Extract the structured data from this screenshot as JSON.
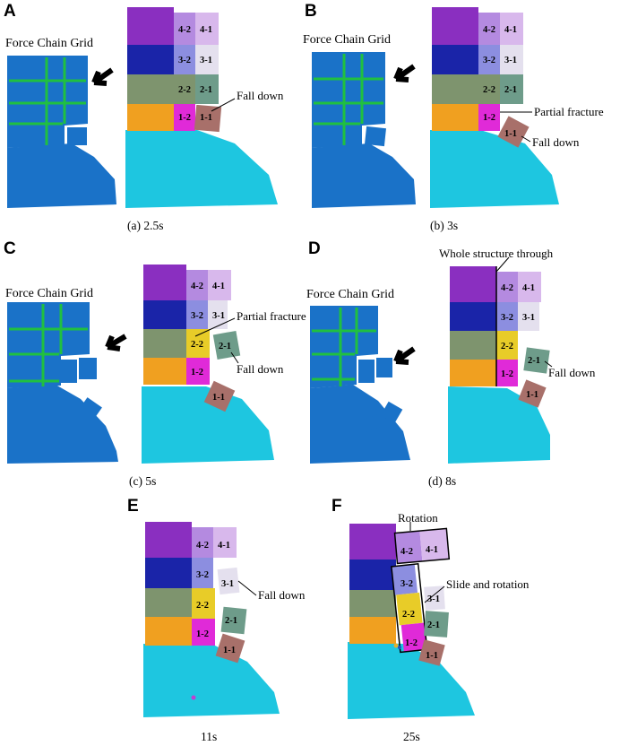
{
  "panels": {
    "A": {
      "letter": "A",
      "caption": "(a) 2.5s",
      "force_label": "Force Chain Grid",
      "annotations": [
        "Fall down"
      ]
    },
    "B": {
      "letter": "B",
      "caption": "(b) 3s",
      "force_label": "Force Chain Grid",
      "annotations": [
        "Partial fracture",
        "Fall down"
      ]
    },
    "C": {
      "letter": "C",
      "caption": "(c) 5s",
      "force_label": "Force Chain Grid",
      "annotations": [
        "Partial fracture",
        "Fall down"
      ]
    },
    "D": {
      "letter": "D",
      "caption": "(d) 8s",
      "force_label": "Force Chain Grid",
      "annotations": [
        "Whole structure through",
        "Fall down"
      ]
    },
    "E": {
      "letter": "E",
      "caption": "11s",
      "annotations": [
        "Fall down"
      ]
    },
    "F": {
      "letter": "F",
      "caption": "25s",
      "annotations": [
        "Rotation",
        "Slide and rotation"
      ]
    }
  },
  "blocks": [
    "4-2",
    "4-1",
    "3-2",
    "3-1",
    "2-2",
    "2-1",
    "1-2",
    "1-1"
  ],
  "colors": {
    "column_top": "#8a2fc0",
    "column_3": "#1a24a8",
    "column_2": "#7e946e",
    "column_1": "#f0a020",
    "b42": "#b48ae0",
    "b41": "#d8b8ec",
    "b32": "#8c8ee0",
    "b31": "#e4e0ee",
    "b22": "#e8cc28",
    "b21": "#6e9c8a",
    "b12": "#e02ad8",
    "b11": "#a8706a",
    "slope": "#1ec6e0",
    "force_grid": "#1a72c8",
    "force_chain": "#20c040"
  }
}
